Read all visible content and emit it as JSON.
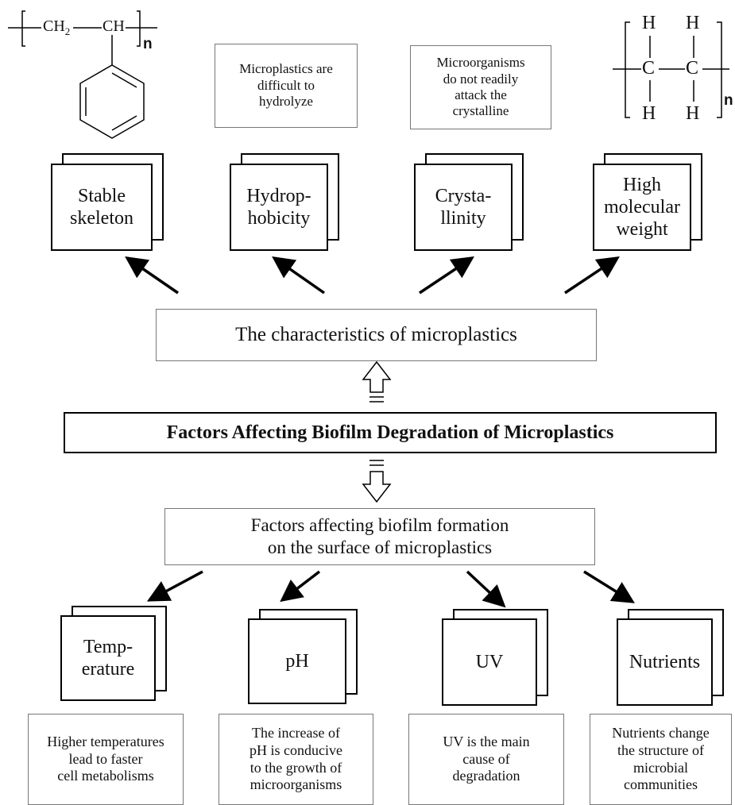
{
  "structures": {
    "polystyrene": {
      "ch2": "CH",
      "ch2_sub": "2",
      "ch": "CH",
      "n": "n"
    },
    "polyethylene": {
      "h": "H",
      "c": "C",
      "n": "n"
    }
  },
  "top_notes": [
    "Microplastics are\ndifficult to\nhydrolyze",
    "Microorganisms\ndo not readily\nattack the\ncrystalline"
  ],
  "characteristics": [
    "Stable\nskeleton",
    "Hydrop-\nhobicity",
    "Crysta-\nllinity",
    "High\nmolecular\nweight"
  ],
  "characteristics_box": "The characteristics of microplastics",
  "main_title": "Factors Affecting Biofilm Degradation of Microplastics",
  "formation_box": "Factors affecting biofilm formation\non the surface of microplastics",
  "factors": [
    "Temp-\nerature",
    "pH",
    "UV",
    "Nutrients"
  ],
  "factor_notes": [
    "Higher temperatures\nlead to faster\ncell metabolisms",
    "The increase of\npH is conducive\nto the growth of\nmicroorganisms",
    "UV is the main\ncause of\ndegradation",
    "Nutrients change\nthe structure of\nmicrobial\ncommunities"
  ]
}
